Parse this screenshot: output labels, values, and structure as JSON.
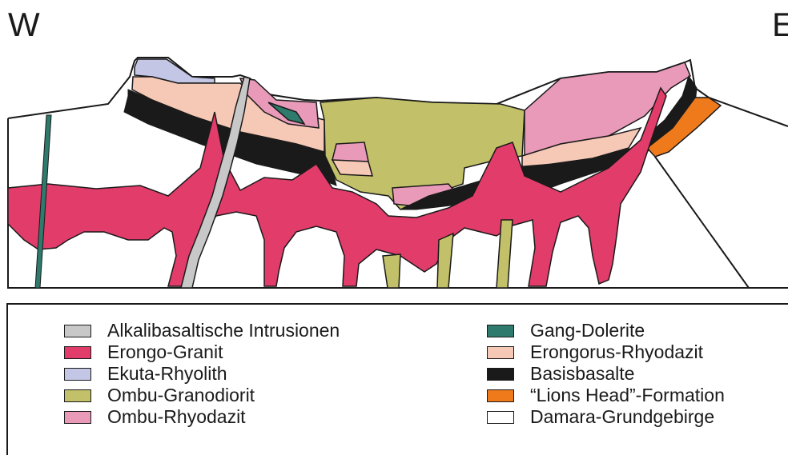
{
  "orientation": {
    "west": "W",
    "east": "E"
  },
  "colors": {
    "alkalibasalt": "#c8c8c8",
    "erongo_granit": "#e23c6a",
    "ekuta_rhyolith": "#c4c6e6",
    "ombu_granodiorit": "#c2c068",
    "ombu_rhyodazit": "#e89ab8",
    "gang_dolerite": "#2e7a6c",
    "erongorus_rhyodazit": "#f6c8b6",
    "basisbasalte": "#1a1a1a",
    "lions_head": "#ee7a1c",
    "damara": "#ffffff"
  },
  "legend": {
    "left": [
      {
        "label": "Alkalibasaltische Intrusionen",
        "color": "#c8c8c8"
      },
      {
        "label": "Erongo-Granit",
        "color": "#e23c6a"
      },
      {
        "label": "Ekuta-Rhyolith",
        "color": "#c4c6e6"
      },
      {
        "label": "Ombu-Granodiorit",
        "color": "#c2c068"
      },
      {
        "label": "Ombu-Rhyodazit",
        "color": "#e89ab8"
      }
    ],
    "right": [
      {
        "label": "Gang-Dolerite",
        "color": "#2e7a6c"
      },
      {
        "label": "Erongorus-Rhyodazit",
        "color": "#f6c8b6"
      },
      {
        "label": "Basisbasalte",
        "color": "#1a1a1a"
      },
      {
        "label": "“Lions Head”-Formation",
        "color": "#ee7a1c"
      },
      {
        "label": "Damara-Grundgebirge",
        "color": "#ffffff"
      }
    ]
  }
}
